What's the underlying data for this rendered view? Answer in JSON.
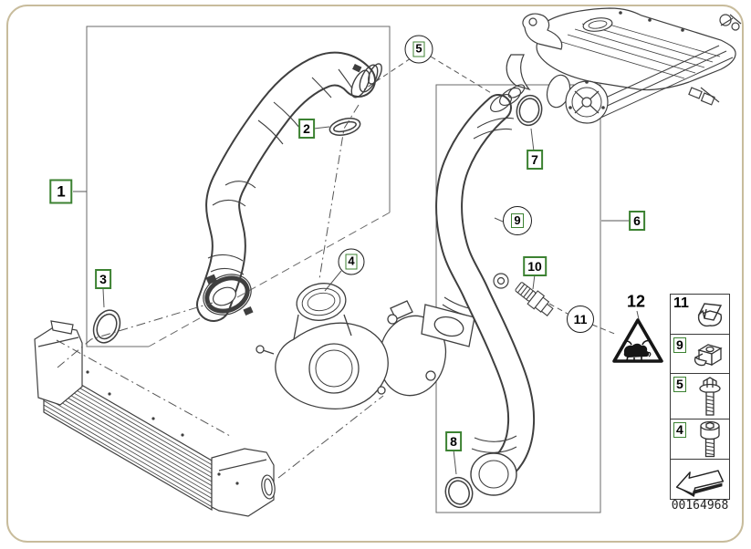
{
  "colors": {
    "accent_green": "#3c8232",
    "page_border": "#c8bc9c",
    "line": "#3f3f3f"
  },
  "callouts": {
    "c1": "1",
    "c2": "2",
    "c3": "3",
    "c4": "4",
    "c5": "5",
    "c6": "6",
    "c7": "7",
    "c8": "8",
    "c9": "9",
    "c10": "10",
    "c11": "11",
    "c12": "12"
  },
  "legend": {
    "li11": "11",
    "li9": "9",
    "li5": "5",
    "li4": "4"
  },
  "icons": {
    "legend_row_1": "retaining-clip-icon",
    "legend_row_2": "cage-nut-icon",
    "legend_row_3": "hex-flange-bolt-icon",
    "legend_row_4": "socket-head-screw-icon",
    "legend_row_5": "direction-arrow-icon",
    "warning": "animal-hazard-triangle-icon"
  },
  "footer": {
    "part_number": "00164968"
  }
}
